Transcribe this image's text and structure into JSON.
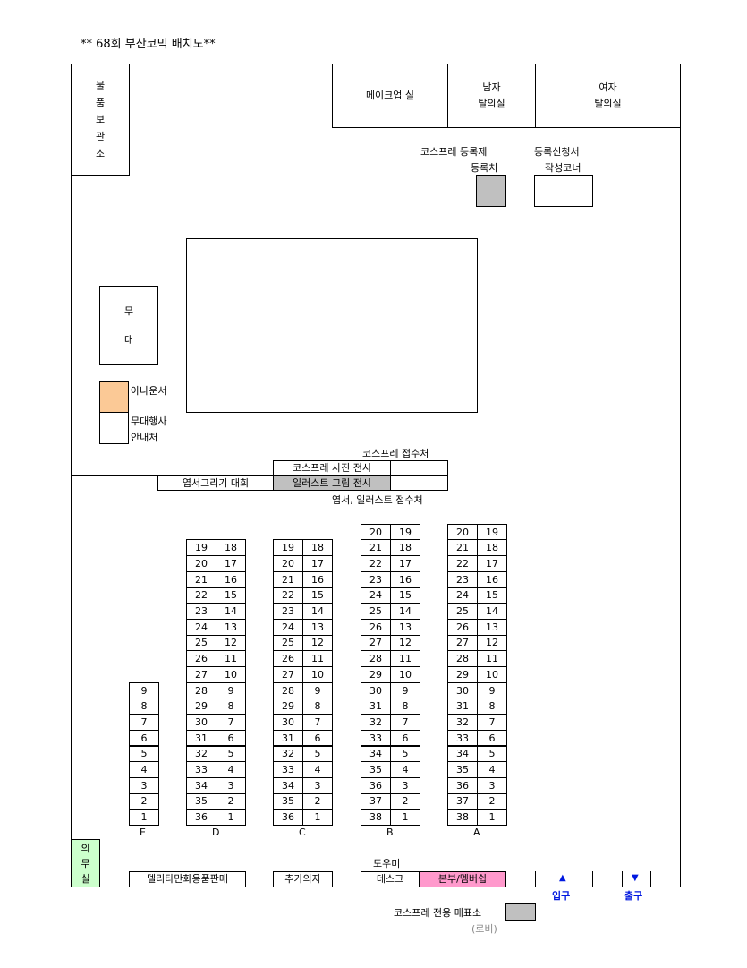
{
  "title": "**  68회 부산코믹 배치도**",
  "rooms": {
    "storage": [
      "물",
      "품",
      "보",
      "관",
      "소"
    ],
    "makeup": "메이크업 실",
    "male_dressing": [
      "남자",
      "탈의실"
    ],
    "female_dressing": [
      "여자",
      "탈의실"
    ],
    "cosplay_registration": [
      "코스프레 등록제",
      "등록처"
    ],
    "application_corner": [
      "등록신청서",
      "작성코너"
    ],
    "stage": [
      "무",
      "대"
    ],
    "announcer": "아나운서",
    "stage_info": [
      "무대행사",
      "안내처"
    ],
    "cosplay_reception": "코스프레 접수처",
    "cosplay_photo": "코스프레 사진 전시",
    "illust_exhibit": "일러스트 그림 전시",
    "postcard_contest": "엽서그리기 대회",
    "postcard_reception": "엽서, 일러스트 접수처",
    "infirmary": [
      "의",
      "무",
      "실"
    ],
    "deli_shop": "델리타만화용품판매",
    "extra_chairs": "추가의자",
    "helper": "도우미",
    "desk": "데스크",
    "hq": "본부/멤버쉽",
    "entrance": "입구",
    "exit": "출구",
    "ticket_office": "코스프레 전용 매표소",
    "lobby": "(로비)"
  },
  "booth_columns": [
    {
      "label": "E",
      "left": [],
      "right": [
        9,
        8,
        7,
        6,
        5,
        4,
        3,
        2,
        1
      ]
    },
    {
      "label": "D",
      "left": [
        19,
        20,
        21,
        22,
        23,
        24,
        25,
        26,
        27,
        28,
        29,
        30,
        31,
        32,
        33,
        34,
        35,
        36
      ],
      "right": [
        18,
        17,
        16,
        15,
        14,
        13,
        12,
        11,
        10,
        9,
        8,
        7,
        6,
        5,
        4,
        3,
        2,
        1
      ]
    },
    {
      "label": "C",
      "left": [
        19,
        20,
        21,
        22,
        23,
        24,
        25,
        26,
        27,
        28,
        29,
        30,
        31,
        32,
        33,
        34,
        35,
        36
      ],
      "right": [
        18,
        17,
        16,
        15,
        14,
        13,
        12,
        11,
        10,
        9,
        8,
        7,
        6,
        5,
        4,
        3,
        2,
        1
      ]
    },
    {
      "label": "B",
      "left": [
        20,
        21,
        22,
        23,
        24,
        25,
        26,
        27,
        28,
        29,
        30,
        31,
        32,
        33,
        34,
        35,
        36,
        37,
        38
      ],
      "right": [
        19,
        18,
        17,
        16,
        15,
        14,
        13,
        12,
        11,
        10,
        9,
        8,
        7,
        6,
        5,
        4,
        3,
        2,
        1
      ]
    },
    {
      "label": "A",
      "left": [
        20,
        21,
        22,
        23,
        24,
        25,
        26,
        27,
        28,
        29,
        30,
        31,
        32,
        33,
        34,
        35,
        36,
        37,
        38
      ],
      "right": [
        19,
        18,
        17,
        16,
        15,
        14,
        13,
        12,
        11,
        10,
        9,
        8,
        7,
        6,
        5,
        4,
        3,
        2,
        1
      ]
    }
  ],
  "colors": {
    "gray": "#c0c0c0",
    "announcer": "#fbc996",
    "infirmary": "#ccffcc",
    "hq": "#ff99cc",
    "entry": "#0018e0"
  }
}
